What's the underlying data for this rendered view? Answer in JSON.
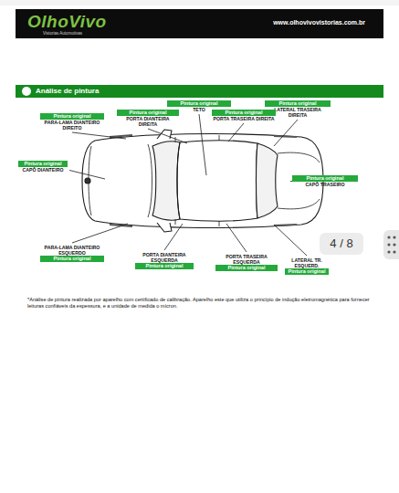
{
  "diagram": {
    "nodes": [
      {
        "text": [
          "OlhoVivo",
          "Vistorias Automotivas",
          "www.olhovivovistorias.com.br"
        ]
      },
      {
        "text": [
          "Análise de pintura"
        ]
      },
      {
        "text": [
          "Pintura original",
          "TETO"
        ]
      },
      {
        "text": [
          "Pintura original",
          "LATERAL TRASEIRA DIREITA"
        ]
      },
      {
        "text": [
          "Pintura original",
          "PORTA DIANTEIRA DIREITA"
        ]
      },
      {
        "text": [
          "Pintura original",
          "PORTA TRASEIRA DIREITA"
        ]
      },
      {
        "text": [
          "Pintura original",
          "PARA-LAMA DIANTEIRO DIREITO"
        ]
      },
      {
        "text": [
          "Pintura original",
          "CAPÔ DIANTEIRO"
        ]
      },
      {
        "text": [
          "Pintura original",
          "CAPÔ TRASEIRO"
        ]
      },
      {
        "text": [
          "PARA-LAMA DIANTEIRO ESQUERDO",
          "Pintura original"
        ]
      },
      {
        "text": [
          "PORTA DIANTEIRA ESQUERDA",
          "Pintura original"
        ]
      },
      {
        "text": [
          "PORTA TRASEIRA ESQUERDA",
          "Pintura original"
        ]
      },
      {
        "text": [
          "LATERAL TR. ESQUERD.",
          "Pintura original"
        ]
      }
    ],
    "labels": [
      "4 / 8",
      "*Análise de pintura realizada por aparelho com certificado de calibração. Aparelho este que utiliza o princípio de indução eletromagnética para fornecer leituras confiáveis da espessura, e a unidade de medida o mícron."
    ]
  }
}
